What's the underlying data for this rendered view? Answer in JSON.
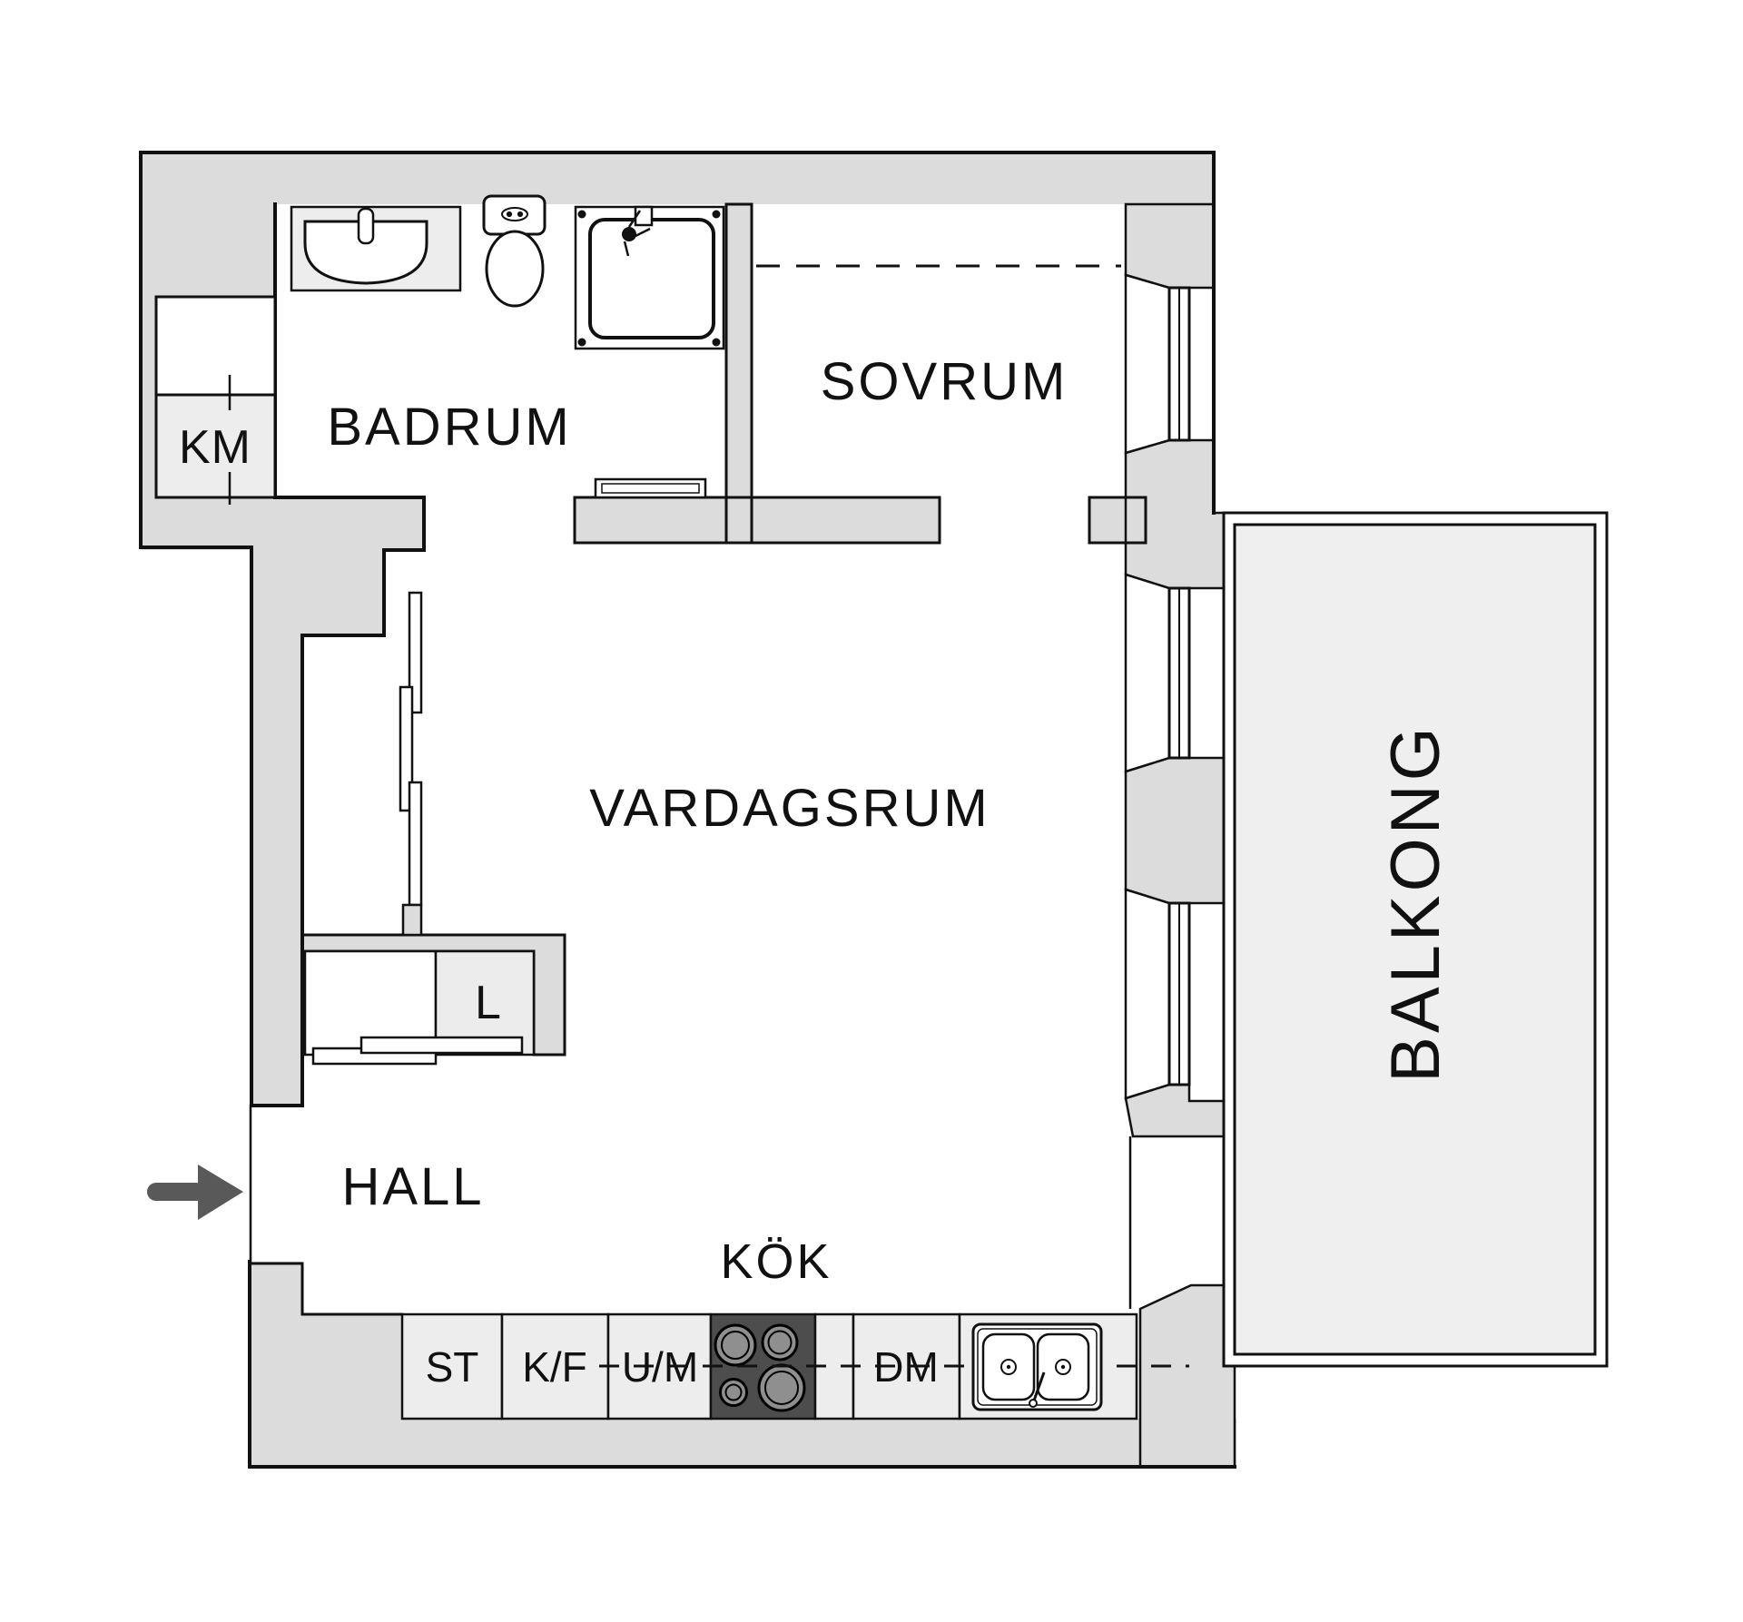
{
  "rooms": {
    "bathroom": {
      "label": "BADRUM"
    },
    "bedroom": {
      "label": "SOVRUM"
    },
    "living_room": {
      "label": "VARDAGSRUM"
    },
    "hall": {
      "label": "HALL"
    },
    "kitchen": {
      "label": "KÖK"
    },
    "balcony": {
      "label": "BALKONG"
    }
  },
  "appliances": {
    "washing_machine": {
      "label": "KM"
    },
    "closet": {
      "label": "L"
    },
    "tall_cabinet": {
      "label": "ST"
    },
    "fridge_freezer": {
      "label": "K/F"
    },
    "oven_microwave": {
      "label": "U/M"
    },
    "dishwasher": {
      "label": "DM"
    }
  },
  "colors": {
    "wall_fill": "#dcdcdc",
    "outline": "#111111",
    "unit_fill": "#ededed",
    "balcony_fill": "#efefef",
    "stove_fill": "#4d4d4d",
    "burner_fill": "#8f8f8f",
    "arrow": "#595959",
    "background": "#ffffff"
  }
}
